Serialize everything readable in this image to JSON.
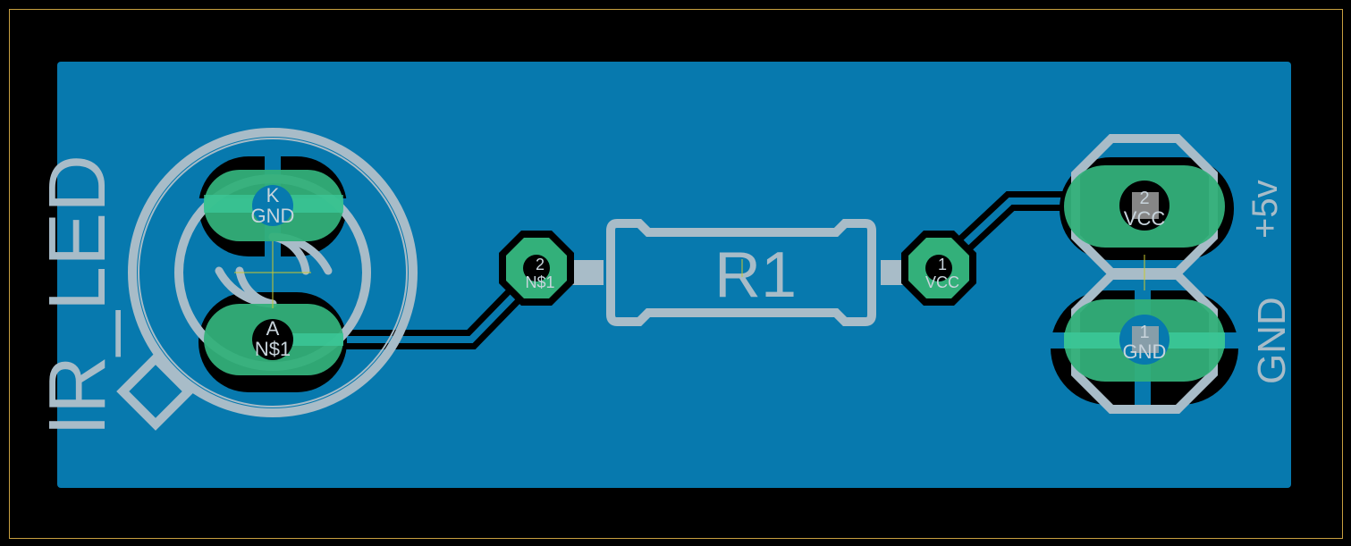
{
  "board": {
    "title_label": "IR_LED",
    "colors": {
      "background": "#000000",
      "outline": "#c8a040",
      "copper_pour": "#0779ae",
      "pad": "#33b07a",
      "pad_highlight": "#52d49e",
      "silkscreen": "#a8bcc8",
      "clearance": "#000000",
      "origin_cross": "#c8c830"
    }
  },
  "components": {
    "led": {
      "pad_k_name": "K",
      "pad_k_net": "GND",
      "pad_a_name": "A",
      "pad_a_net": "N$1"
    },
    "resistor": {
      "name": "R1",
      "pad2_num": "2",
      "pad2_net": "N$1",
      "pad1_num": "1",
      "pad1_net": "VCC"
    },
    "connector": {
      "pad2_num": "2",
      "pad2_net": "VCC",
      "pad1_num": "1",
      "pad1_net": "GND",
      "label_vcc": "+5v",
      "label_gnd": "GND"
    }
  }
}
